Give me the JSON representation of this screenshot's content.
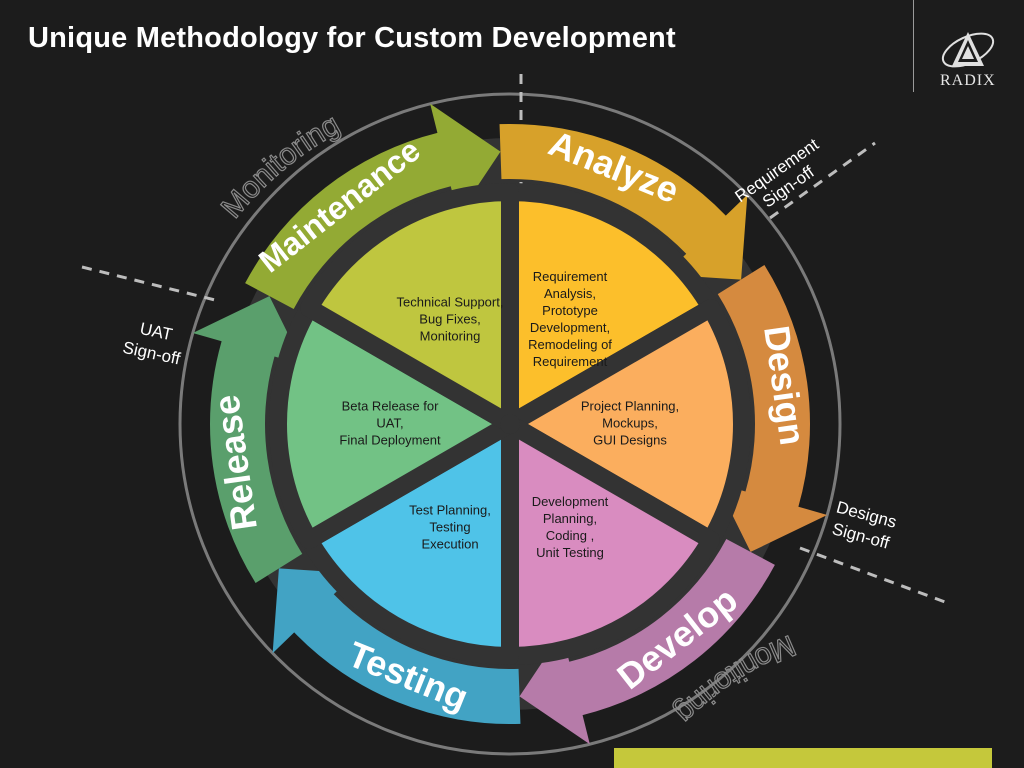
{
  "title": "Unique Methodology for Custom Development",
  "logo_text": "RADIX",
  "monitoring_labels": [
    "Monitoring",
    "Monitoring"
  ],
  "signoffs": {
    "requirement": [
      "Requirement",
      "Sign-off"
    ],
    "designs": [
      "Designs",
      "Sign-off"
    ],
    "uat": [
      "UAT",
      "Sign-off"
    ]
  },
  "phases": [
    {
      "name": "Analyze",
      "arrow_color": "#d7a12a",
      "wedge_color": "#fcbf2b",
      "lines": [
        "Requirement",
        "Analysis,",
        "Prototype",
        "Development,",
        "Remodeling of",
        "Requirement"
      ]
    },
    {
      "name": "Design",
      "arrow_color": "#d58a3f",
      "wedge_color": "#fbae5e",
      "lines": [
        "Project Planning,",
        "Mockups,",
        "GUI Designs"
      ]
    },
    {
      "name": "Develop",
      "arrow_color": "#b67ba9",
      "wedge_color": "#d98cc0",
      "lines": [
        "Development",
        "Planning,",
        "Coding ,",
        "Unit Testing"
      ]
    },
    {
      "name": "Testing",
      "arrow_color": "#42a3c4",
      "wedge_color": "#4fc3e8",
      "lines": [
        "Test Planning,",
        "Testing",
        "Execution"
      ]
    },
    {
      "name": "Release",
      "arrow_color": "#5a9f6c",
      "wedge_color": "#72c285",
      "lines": [
        "Beta Release for",
        "UAT,",
        "Final Deployment"
      ]
    },
    {
      "name": "Maintenance",
      "arrow_color": "#93aa34",
      "wedge_color": "#bfc63f",
      "lines": [
        "Technical Support,",
        "Bug Fixes,",
        "Monitoring"
      ]
    }
  ]
}
